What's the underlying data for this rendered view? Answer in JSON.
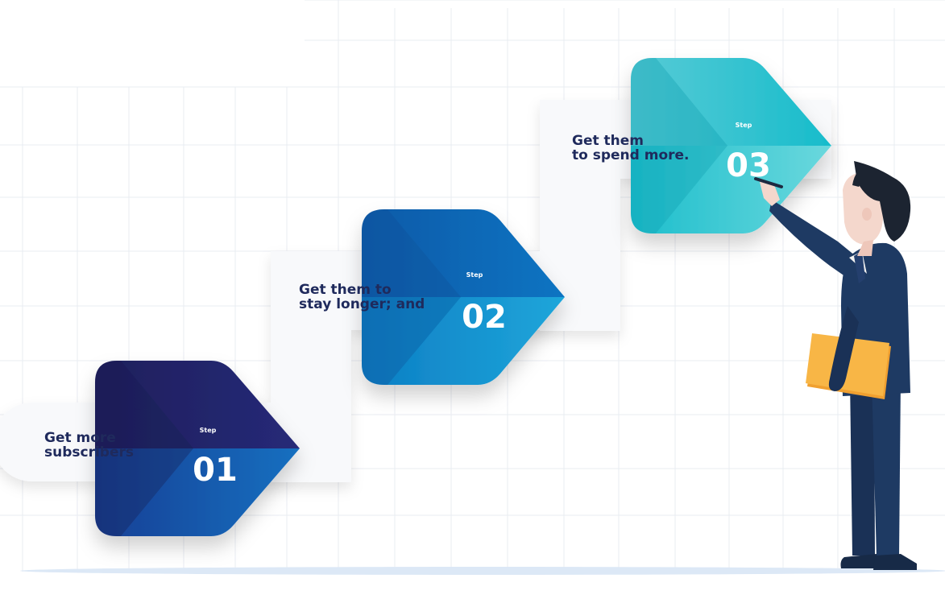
{
  "colors": {
    "step1_dark": "#1e1f5c",
    "step1_light": "#1565b5",
    "step2_dark": "#0a67b3",
    "step2_light": "#1a9bd5",
    "step3_dark": "#1bbccb",
    "step3_light": "#5ad3d9",
    "text": "#1f2a5c",
    "grid": "#e9ecf2",
    "folder": "#f6ad3a",
    "suit": "#1e3a63"
  },
  "steps": [
    {
      "label": "Step",
      "number": "01",
      "text_line1": "Get more",
      "text_line2": "subscribers"
    },
    {
      "label": "Step",
      "number": "02",
      "text_line1": "Get them to",
      "text_line2": "stay longer; and"
    },
    {
      "label": "Step",
      "number": "03",
      "text_line1": "Get them",
      "text_line2": "to spend more."
    }
  ],
  "icons": {
    "figure": "businessman-writing-icon",
    "folder": "folder-icon"
  }
}
